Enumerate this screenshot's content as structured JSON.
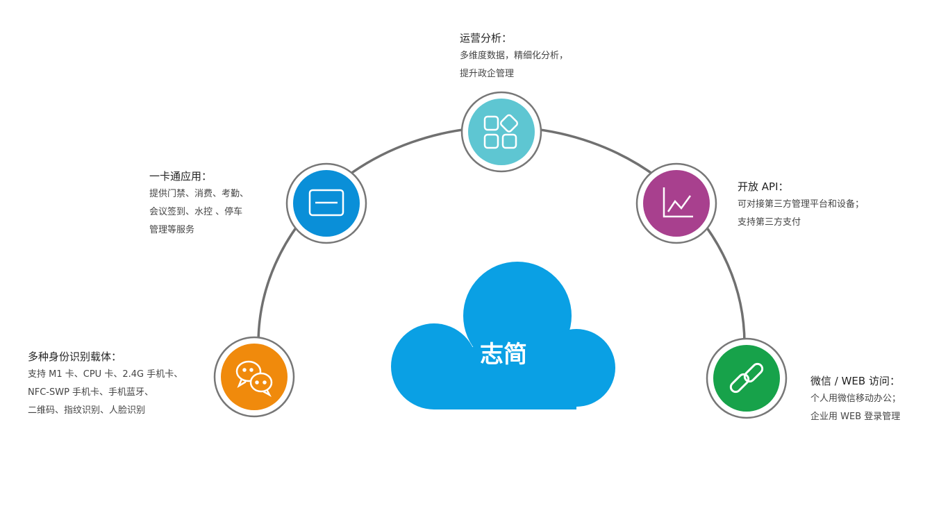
{
  "center": {
    "label": "志简",
    "color": "#0aa0e4"
  },
  "nodes": [
    {
      "id": "identity",
      "title": "多种身份识别载体：",
      "lines": [
        "支持 M1 卡、CPU 卡、2.4G 手机卡、",
        "NFC-SWP 手机卡、手机蓝牙、",
        "二维码、指纹识别、人脸识别"
      ],
      "icon": "chat-bubbles-icon",
      "color": "#f08a0c"
    },
    {
      "id": "card",
      "title": "一卡通应用：",
      "lines": [
        "提供门禁、消费、考勤、",
        "会议签到、水控 、停车",
        "管理等服务"
      ],
      "icon": "card-icon",
      "color": "#0a8fd8"
    },
    {
      "id": "analytics",
      "title": "运营分析：",
      "lines": [
        "多维度数据，精细化分析，",
        "提升政企管理"
      ],
      "icon": "apps-grid-icon",
      "color": "#5ec6d2"
    },
    {
      "id": "api",
      "title": "开放 API：",
      "lines": [
        "可对接第三方管理平台和设备；",
        "支持第三方支付"
      ],
      "icon": "chart-icon",
      "color": "#a8408e"
    },
    {
      "id": "web",
      "title": "微信 / WEB 访问：",
      "lines": [
        "个人用微信移动办公；",
        "企业用 WEB 登录管理"
      ],
      "icon": "link-icon",
      "color": "#17a24a"
    }
  ]
}
